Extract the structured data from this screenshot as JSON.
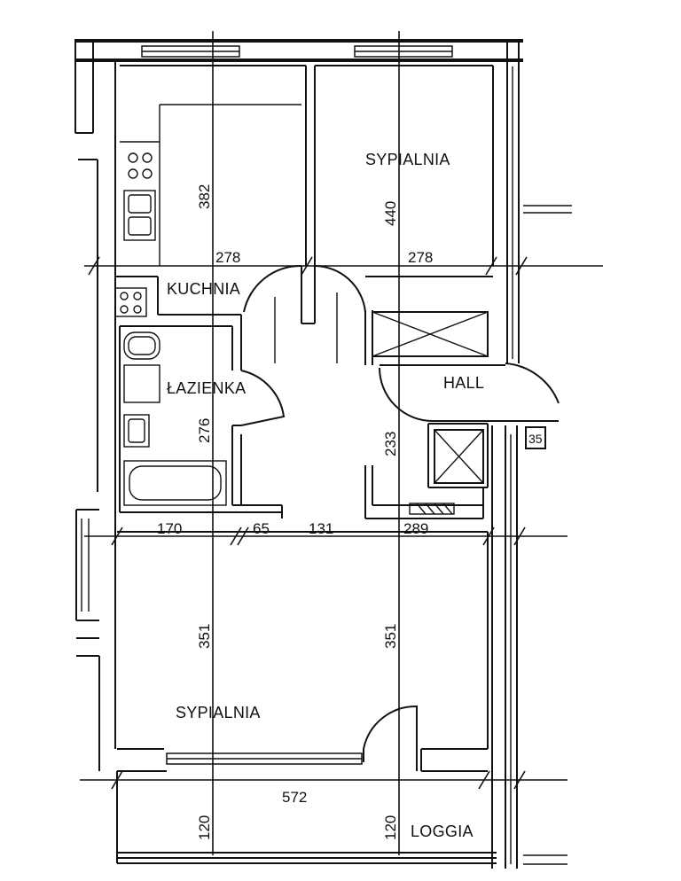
{
  "rooms": {
    "bedroom_top": "SYPIALNIA",
    "kitchen": "KUCHNIA",
    "bathroom": "ŁAZIENKA",
    "hall": "HALL",
    "bedroom_bottom": "SYPIALNIA",
    "loggia": "LOGGIA"
  },
  "dimensions": {
    "kitchen_depth": "382",
    "bedroom_top_depth": "440",
    "kitchen_width": "278",
    "bedroom_top_width": "278",
    "bathroom_depth": "276",
    "hall_depth": "233",
    "seg_1": "170",
    "seg_2": "65",
    "seg_3": "131",
    "seg_4": "289",
    "bedroom_bottom_depth_left": "351",
    "bedroom_bottom_depth_right": "351",
    "total_width": "572",
    "loggia_depth_left": "120",
    "loggia_depth_right": "120"
  },
  "tag": "35"
}
